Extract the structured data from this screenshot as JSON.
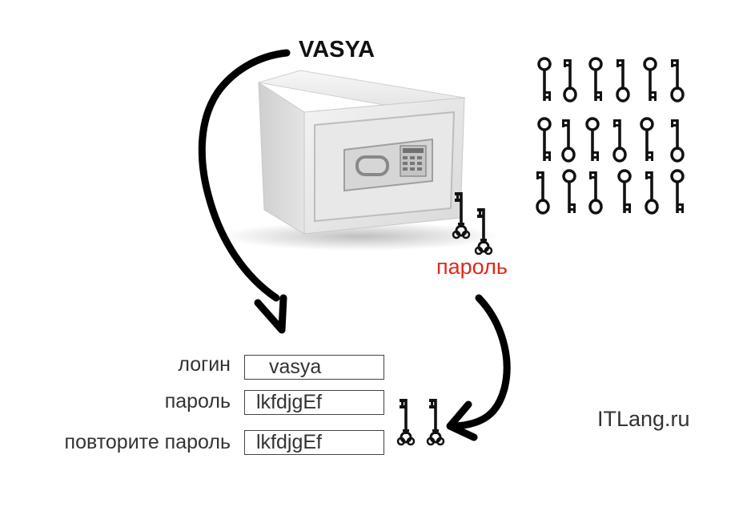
{
  "safe": {
    "owner_label": "VASYA"
  },
  "keys": {
    "caption": "пароль"
  },
  "form": {
    "login_label": "логин",
    "login_value": "vasya",
    "password_label": "пароль",
    "password_value": "lkfdjgEf",
    "repeat_label": "повторите пароль",
    "repeat_value": "lkfdjgEf"
  },
  "site": "ITLang.ru",
  "colors": {
    "caption_red": "#e0281a",
    "arrow": "#000000",
    "safe_body": "#e6e6e6"
  },
  "icons": [
    "safe-icon",
    "key-icon",
    "arrow-icon"
  ]
}
